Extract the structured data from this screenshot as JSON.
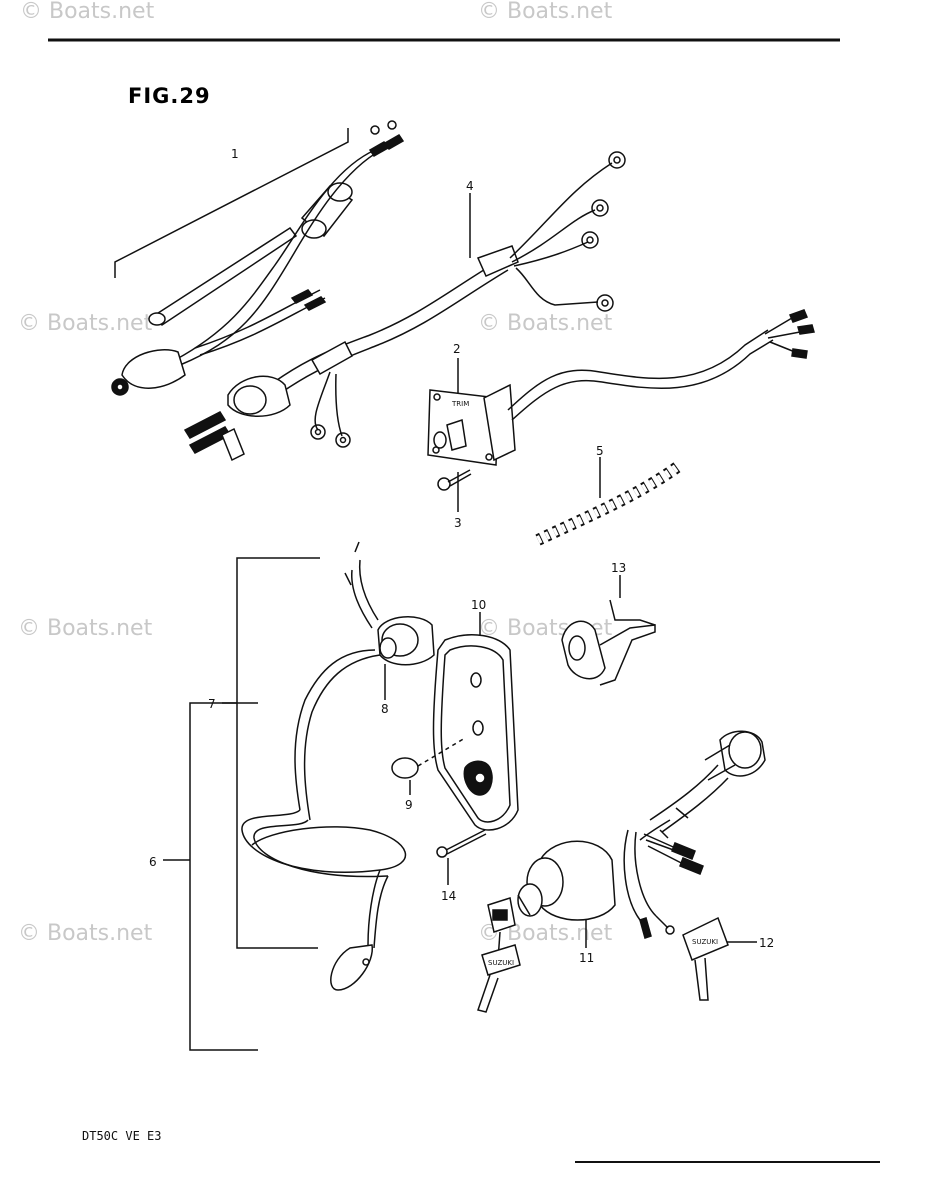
{
  "figure": {
    "title": "FIG.29",
    "model": "DT50C VE E3"
  },
  "watermark": "© Boats.net",
  "callouts": [
    "1",
    "2",
    "3",
    "4",
    "5",
    "6",
    "7",
    "8",
    "9",
    "10",
    "11",
    "12",
    "13",
    "14"
  ],
  "part_labels": {
    "trim_plate": "TRIM",
    "key_brand": "SUZUKI"
  },
  "colors": {
    "ink": "#111111",
    "watermark": "#c8c8c8"
  }
}
